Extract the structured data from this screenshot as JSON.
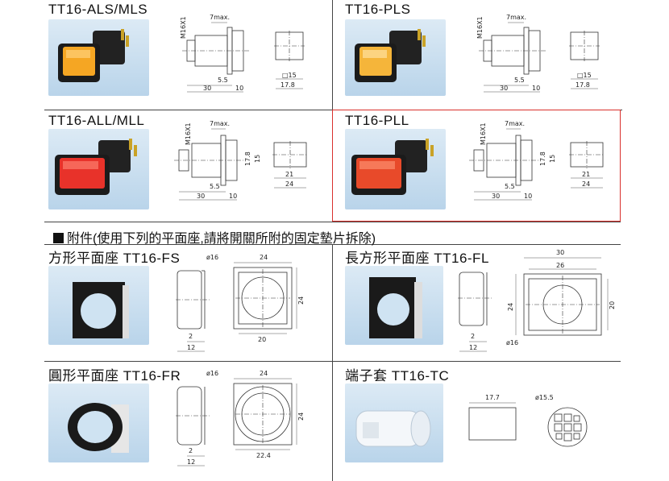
{
  "sections": {
    "als": {
      "title": "TT16-ALS/MLS",
      "dims": {
        "thread": "M16X1",
        "max": "7max.",
        "d1": "5.5",
        "d2": "30",
        "d3": "10",
        "face": "□15",
        "width": "17.8"
      }
    },
    "pls": {
      "title": "TT16-PLS",
      "dims": {
        "thread": "M16X1",
        "max": "7max.",
        "d1": "5.5",
        "d2": "30",
        "d3": "10",
        "face": "□15",
        "width": "17.8"
      }
    },
    "all": {
      "title": "TT16-ALL/MLL",
      "dims": {
        "thread": "M16X1",
        "max": "7max.",
        "d1": "5.5",
        "d2": "30",
        "d3": "10",
        "h1": "17.8",
        "h2": "15",
        "w1": "21",
        "w2": "24"
      }
    },
    "pll": {
      "title": "TT16-PLL",
      "dims": {
        "thread": "M16X1",
        "max": "7max.",
        "d1": "5.5",
        "d2": "30",
        "d3": "10",
        "h1": "17.8",
        "h2": "15",
        "w1": "21",
        "w2": "24"
      }
    }
  },
  "accessories_heading": "附件(使用下列的平面座,請將開關所附的固定墊片拆除)",
  "accessories": {
    "fs": {
      "title": "方形平面座 TT16-FS",
      "dims": {
        "dia": "ø16",
        "top": "24",
        "side": "24",
        "bottom": "20",
        "d2": "2",
        "d12": "12"
      }
    },
    "fl": {
      "title": "長方形平面座 TT16-FL",
      "dims": {
        "top": "30",
        "inner": "26",
        "left": "24",
        "right": "20",
        "dia": "ø16",
        "d2": "2",
        "d12": "12"
      }
    },
    "fr": {
      "title": "圓形平面座 TT16-FR",
      "dims": {
        "dia": "ø16",
        "top": "24",
        "side": "24",
        "bottom": "22.4",
        "d2": "2",
        "d12": "12"
      }
    },
    "tc": {
      "title": "端子套 TT16-TC",
      "dims": {
        "width": "17.7",
        "dia": "ø15.5"
      }
    }
  },
  "colors": {
    "amber": "#f5a623",
    "red": "#e8322a",
    "photo_bg": "#cfe3f2",
    "highlight": "#d9302c"
  }
}
